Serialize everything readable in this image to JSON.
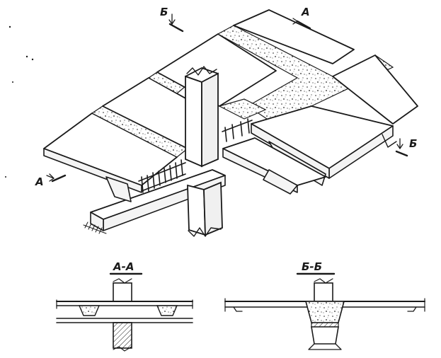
{
  "labels": {
    "section_a_top": "А",
    "section_a_left": "А",
    "section_b_top": "Б",
    "section_b_right": "Б"
  },
  "sections": {
    "a_a_title": "А-А",
    "b_b_title": "Б-Б"
  },
  "colors": {
    "ink": "#1a1a1a",
    "paper": "#ffffff",
    "concrete_fill": "#ffffff"
  }
}
